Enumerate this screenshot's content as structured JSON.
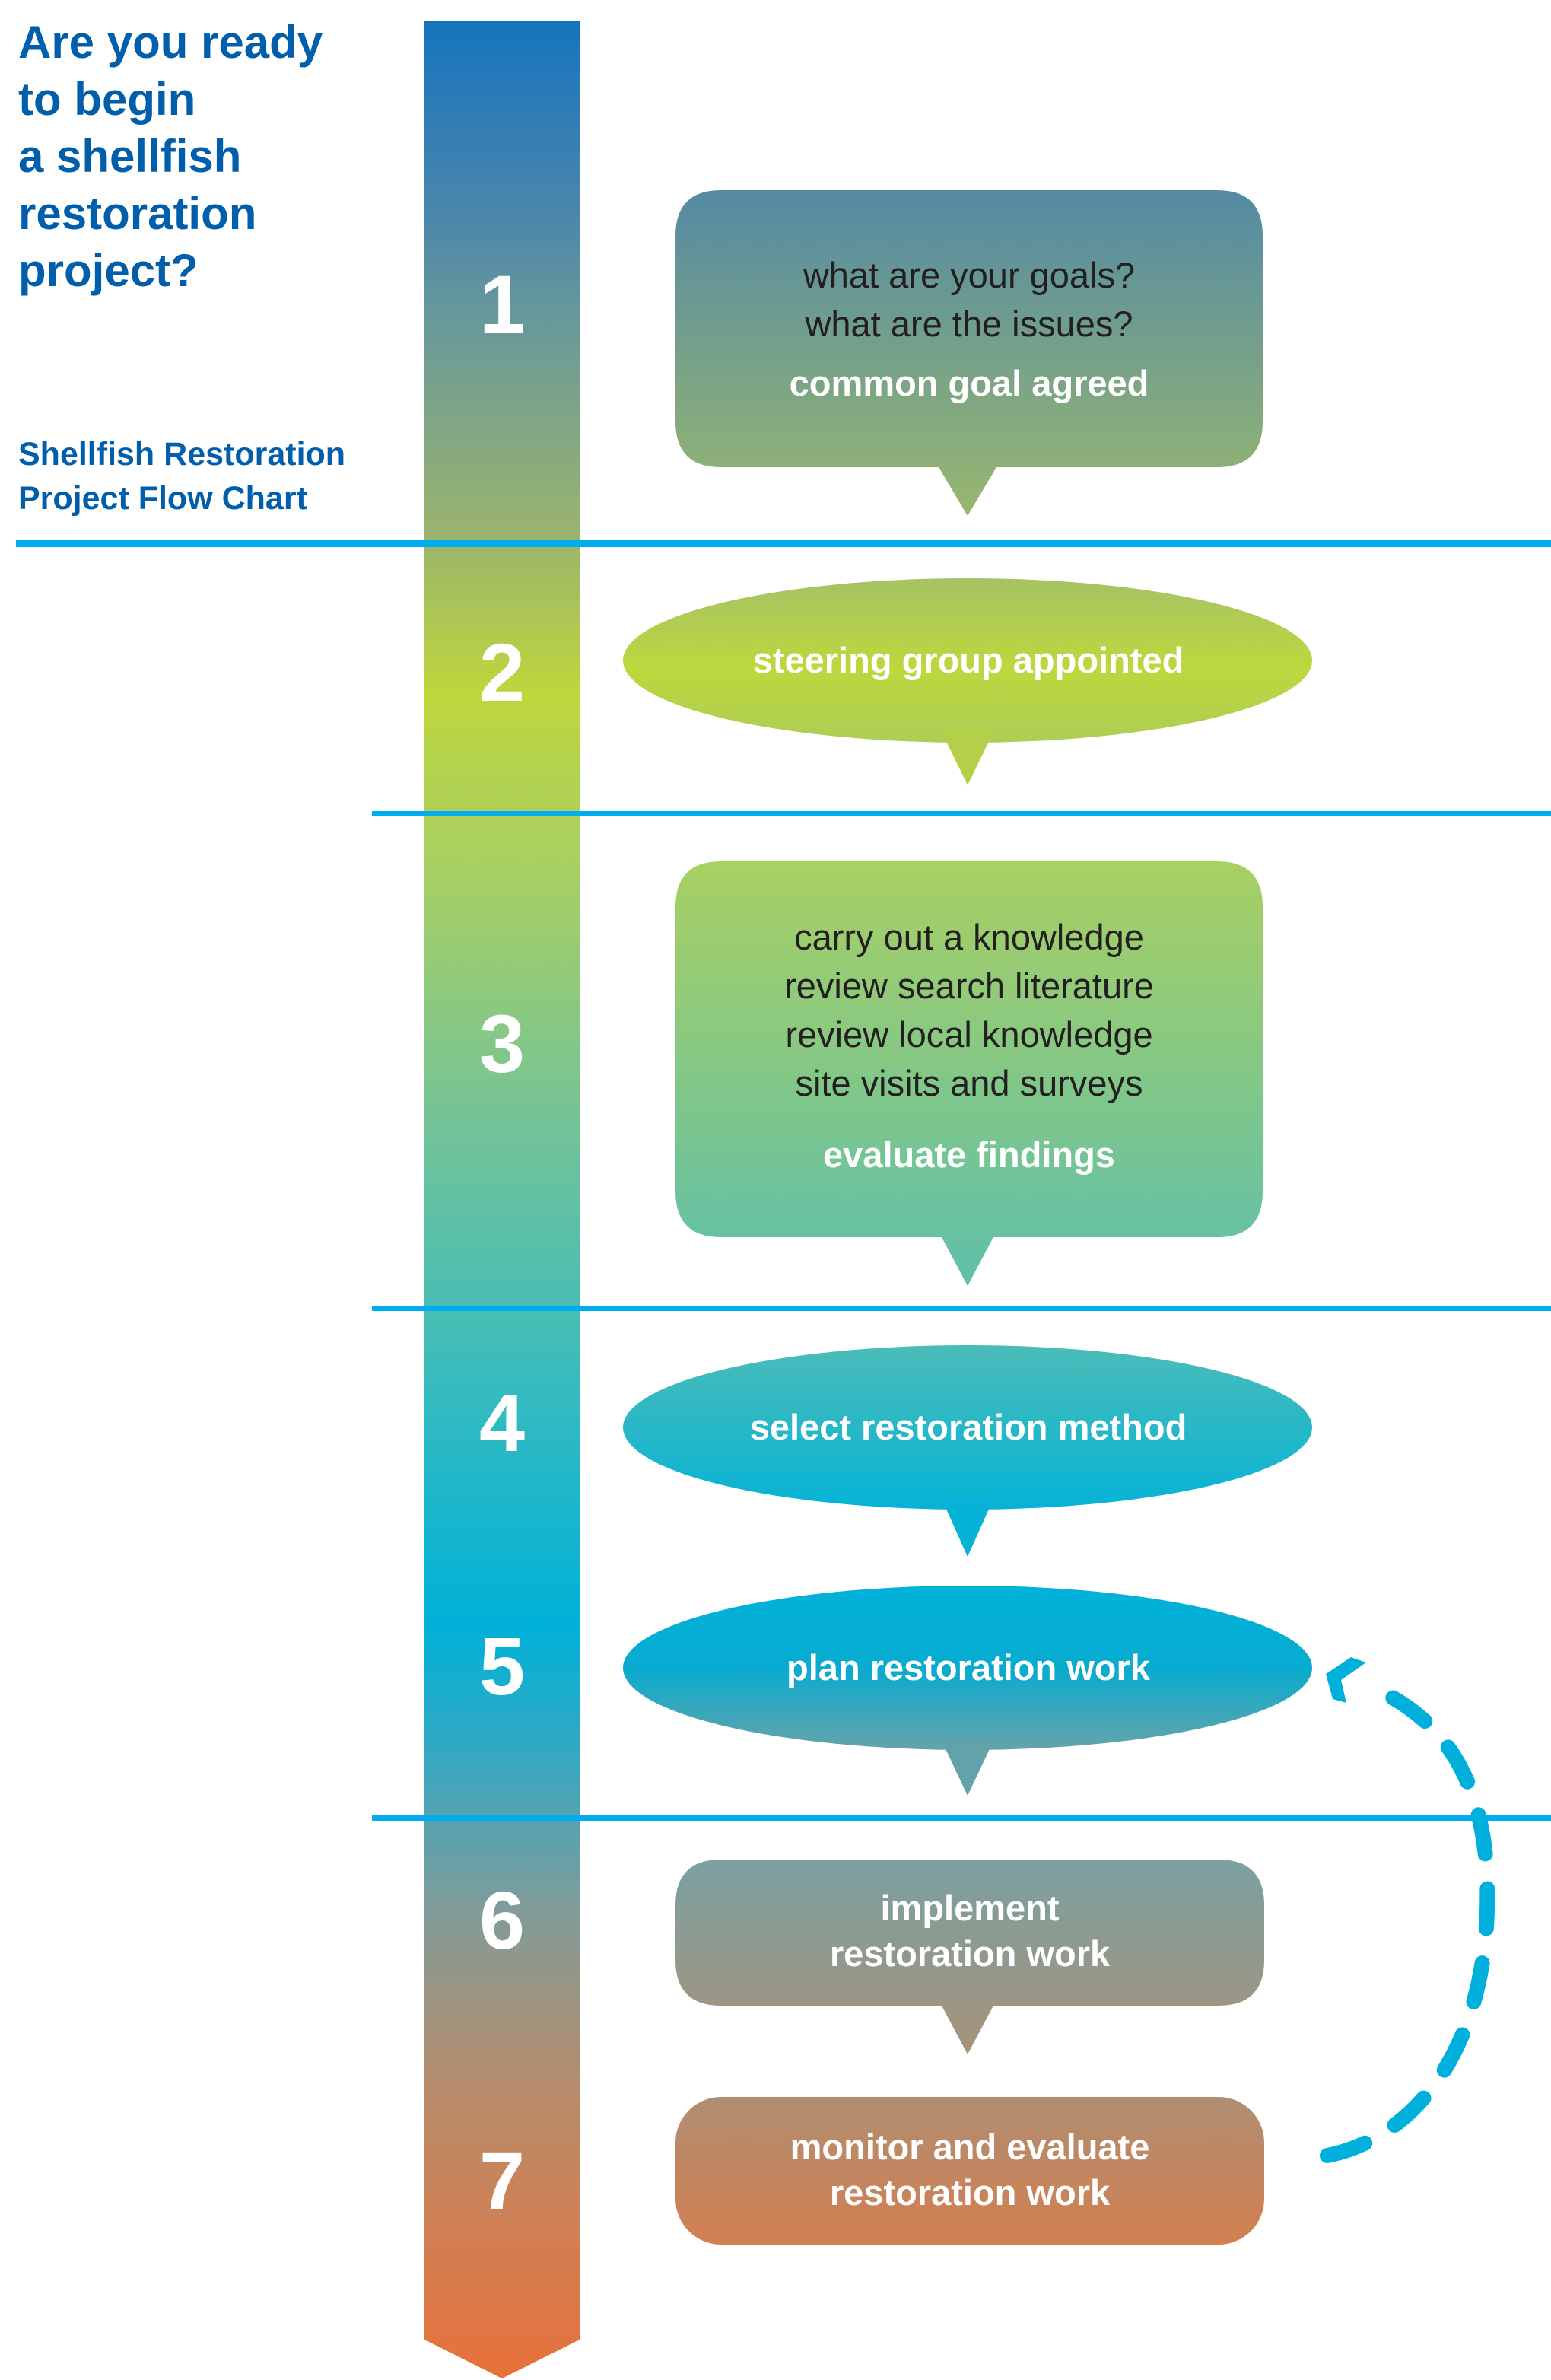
{
  "title": {
    "lines": [
      "Are you ready",
      "to begin",
      "a shellfish",
      "restoration",
      "project?"
    ]
  },
  "subtitle": {
    "lines": [
      "Shellfish Restoration",
      "Project Flow Chart"
    ]
  },
  "colors": {
    "title": "#005eab",
    "divider": "#00aeef",
    "dashed_arrow": "#00b0dc",
    "question_text": "#231f20",
    "answer_text": "#ffffff",
    "bar_gradient": [
      "#1574bd",
      "#5a8fa3",
      "#95b174",
      "#bed73c",
      "#a6cf66",
      "#6cc29d",
      "#3dbbbb",
      "#00b2d8",
      "#2aaac6",
      "#7e9c9c",
      "#a8907a",
      "#cb8258",
      "#e6723a"
    ]
  },
  "steps": [
    {
      "number": "1",
      "shape": "rounded-box",
      "questions": [
        "what are your goals?",
        "what are the issues?"
      ],
      "outcome": "common goal agreed"
    },
    {
      "number": "2",
      "shape": "ellipse",
      "questions": [],
      "outcome": "steering group appointed"
    },
    {
      "number": "3",
      "shape": "rounded-box",
      "questions": [
        "carry out a knowledge",
        "review search literature",
        "review local knowledge",
        "site visits and surveys"
      ],
      "outcome": "evaluate findings"
    },
    {
      "number": "4",
      "shape": "ellipse",
      "questions": [],
      "outcome": "select restoration method"
    },
    {
      "number": "5",
      "shape": "ellipse",
      "questions": [],
      "outcome": "plan restoration work"
    },
    {
      "number": "6",
      "shape": "rounded-box",
      "questions": [],
      "outcome_lines": [
        "implement",
        "restoration work"
      ]
    },
    {
      "number": "7",
      "shape": "rounded-box",
      "questions": [],
      "outcome_lines": [
        "monitor and evaluate",
        "restoration work"
      ]
    }
  ],
  "feedback_loop": {
    "from_step": "7",
    "to_step": "5",
    "style": "dashed"
  }
}
